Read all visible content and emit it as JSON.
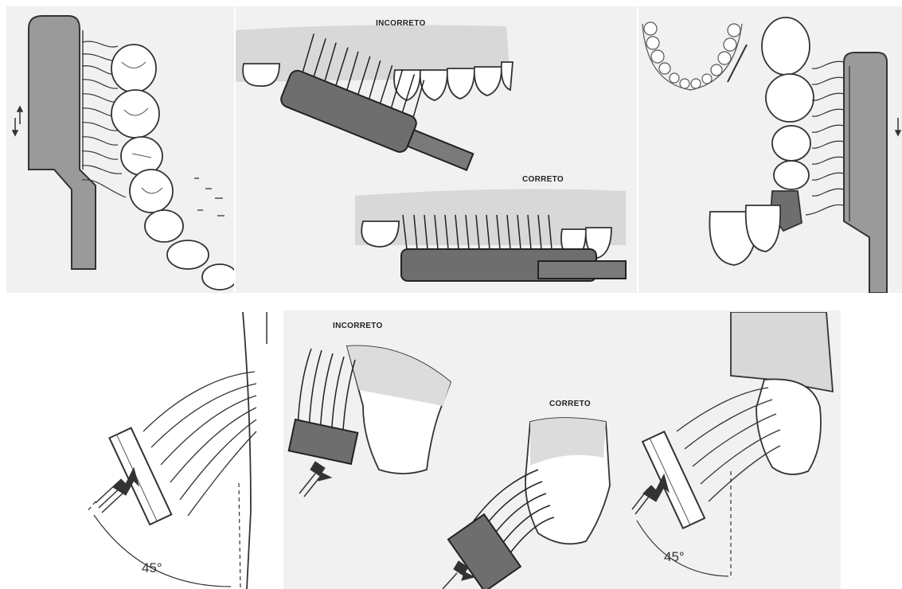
{
  "figure": {
    "top_center": {
      "incorrect_label": "INCORRETO",
      "correct_label": "CORRETO"
    },
    "bottom_center": {
      "incorrect_label": "INCORRETO",
      "correct_label": "CORRETO"
    },
    "bottom_left": {
      "angle_label": "45°"
    },
    "bottom_right": {
      "angle_label": "45°"
    }
  },
  "colors": {
    "background": "#ffffff",
    "panel_fill": "#f1f1f1",
    "brush_handle": "#9a9a9a",
    "brush_head": "#6e6e6e",
    "gum": "#d8d8d8",
    "ink": "#2a2a2a"
  }
}
